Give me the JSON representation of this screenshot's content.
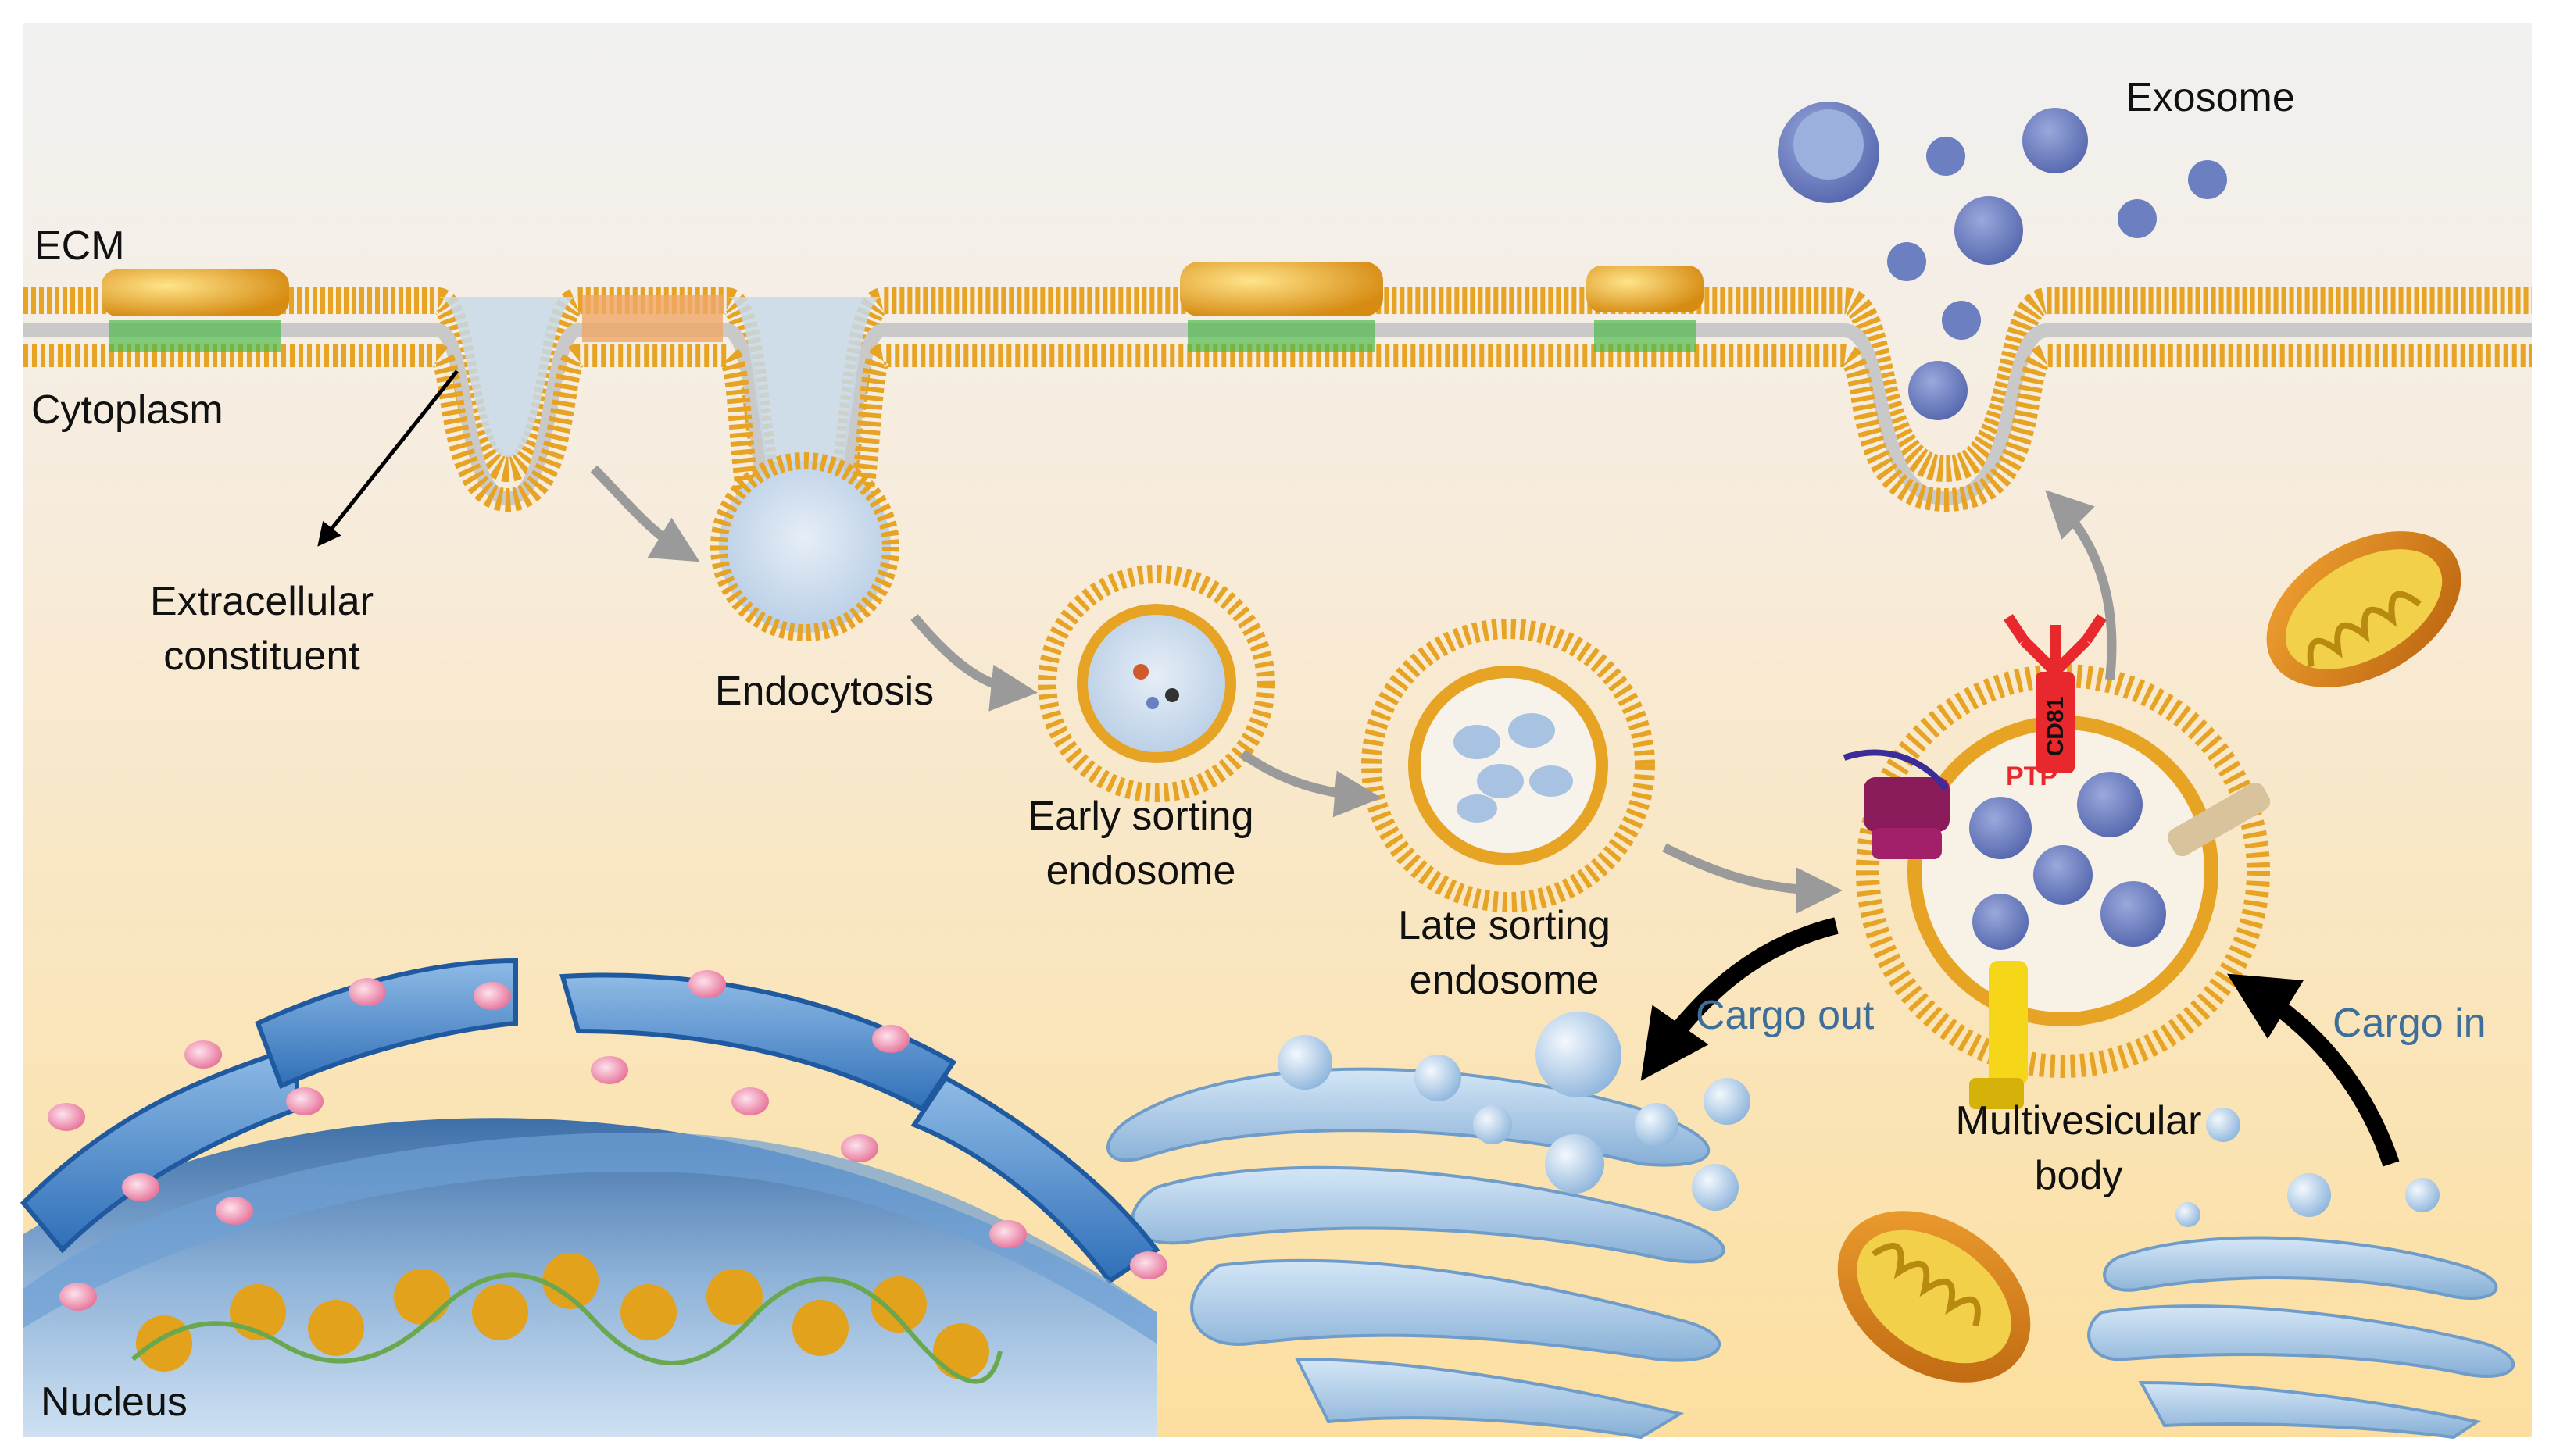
{
  "labels": {
    "ecm": "ECM",
    "cytoplasm": "Cytoplasm",
    "extracellular_line1": "Extracellular",
    "extracellular_line2": "constituent",
    "endocytosis": "Endocytosis",
    "early_line1": "Early sorting",
    "early_line2": "endosome",
    "late_line1": "Late sorting",
    "late_line2": "endosome",
    "exosome": "Exosome",
    "mvb_line1": "Multivesicular",
    "mvb_line2": "body",
    "cargo_out": "Cargo out",
    "cargo_in": "Cargo in",
    "nucleus": "Nucleus",
    "cd81": "CD81",
    "ptp": "PTP"
  },
  "colors": {
    "background_top": "#f2f2f2",
    "background_bottom": "#fbe1a6",
    "lipid_head": "#e9a21f",
    "vesicle_fill": "#c7d8ea",
    "exosome_blue": "#6c7fc0",
    "golgi_blue": "#a9c8e4",
    "nuclear_blue": "#3b78c4",
    "mitochondria_orange": "#e08a21",
    "cd81_red": "#e8282d",
    "cargo_label_blue": "#3d6f9a"
  }
}
